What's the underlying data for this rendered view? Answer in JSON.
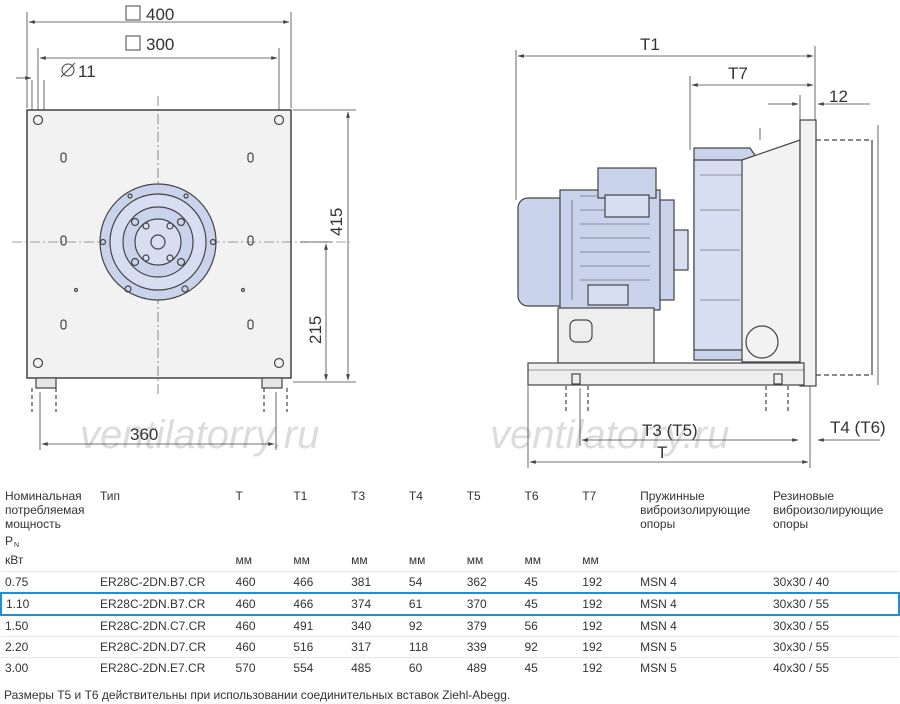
{
  "drawing": {
    "dim_square_400": "400",
    "dim_square_300": "300",
    "dim_diameter_11": "11",
    "dim_415": "415",
    "dim_215": "215",
    "dim_360": "360",
    "dim_T1": "T1",
    "dim_T7": "T7",
    "dim_12": "12",
    "dim_T3_T5": "T3 (T5)",
    "dim_T4_T6": "T4 (T6)",
    "dim_T": "T",
    "watermark": "ventilatorry.ru",
    "motor_color": "#c9d3ec",
    "outline_color": "#444444"
  },
  "table": {
    "headers": {
      "power_label": "Номинальная потребляемая мощность",
      "power_symbol": "P",
      "power_subscript": "N",
      "type": "Тип",
      "T": "T",
      "T1": "T1",
      "T3": "T3",
      "T4": "T4",
      "T5": "T5",
      "T6": "T6",
      "T7": "T7",
      "spring": "Пружинные виброизолирующие опоры",
      "rubber": "Резиновые виброизолирующие опоры"
    },
    "units": {
      "power": "кВт",
      "mm": "мм"
    },
    "rows": [
      {
        "power": "0.75",
        "type": "ER28C-2DN.B7.CR",
        "T": "460",
        "T1": "466",
        "T3": "381",
        "T4": "54",
        "T5": "362",
        "T6": "45",
        "T7": "192",
        "spring": "MSN 4",
        "rubber": "30x30 / 40"
      },
      {
        "power": "1.10",
        "type": "ER28C-2DN.B7.CR",
        "T": "460",
        "T1": "466",
        "T3": "374",
        "T4": "61",
        "T5": "370",
        "T6": "45",
        "T7": "192",
        "spring": "MSN 4",
        "rubber": "30x30 / 55"
      },
      {
        "power": "1.50",
        "type": "ER28C-2DN.C7.CR",
        "T": "460",
        "T1": "491",
        "T3": "340",
        "T4": "92",
        "T5": "379",
        "T6": "56",
        "T7": "192",
        "spring": "MSN 4",
        "rubber": "30x30 / 55"
      },
      {
        "power": "2.20",
        "type": "ER28C-2DN.D7.CR",
        "T": "460",
        "T1": "516",
        "T3": "317",
        "T4": "118",
        "T5": "339",
        "T6": "92",
        "T7": "192",
        "spring": "MSN 5",
        "rubber": "30x30 / 55"
      },
      {
        "power": "3.00",
        "type": "ER28C-2DN.E7.CR",
        "T": "570",
        "T1": "554",
        "T3": "485",
        "T4": "60",
        "T5": "489",
        "T6": "45",
        "T7": "192",
        "spring": "MSN 5",
        "rubber": "40x30 / 55"
      }
    ],
    "highlight_color": "#1f8fd6"
  },
  "footnote": "Размеры T5 и T6 действительны при использовании соединительных вставок Ziehl-Abegg."
}
